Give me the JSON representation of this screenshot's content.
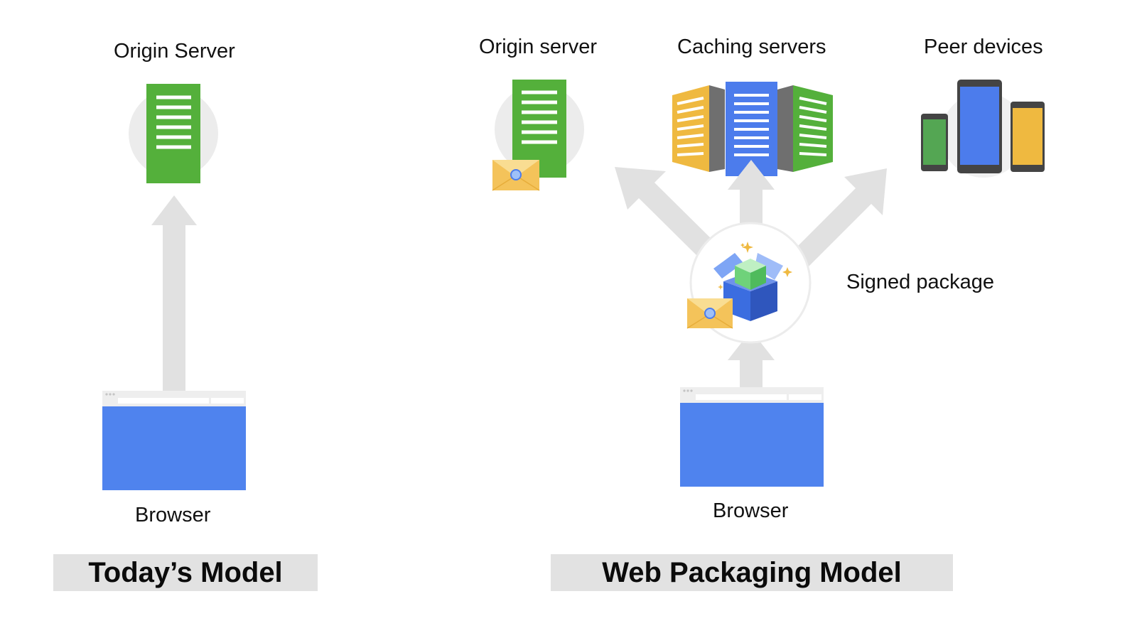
{
  "todays_model": {
    "title": "Today’s Model",
    "origin_label": "Origin Server",
    "browser_label": "Browser"
  },
  "web_packaging_model": {
    "title": "Web Packaging Model",
    "origin_label": "Origin server",
    "caching_label": "Caching servers",
    "peers_label": "Peer devices",
    "package_label": "Signed package",
    "browser_label": "Browser"
  },
  "colors": {
    "server_green": "#54b03b",
    "server_blue": "#4c7cec",
    "server_yellow": "#efb940",
    "browser_blue": "#4f83ee",
    "arrow_gray": "#e1e1e1",
    "circle_gray": "#ececec",
    "envelope": "#f7cf6d"
  },
  "icons": {
    "origin_server_left": "server-icon",
    "origin_server_right": "server-icon",
    "caching_servers": "server-rack-icon",
    "peer_devices": "phone-icon",
    "signed_package": "package-box-icon",
    "signature": "envelope-seal-icon",
    "browser_left": "browser-window-icon",
    "browser_right": "browser-window-icon"
  }
}
